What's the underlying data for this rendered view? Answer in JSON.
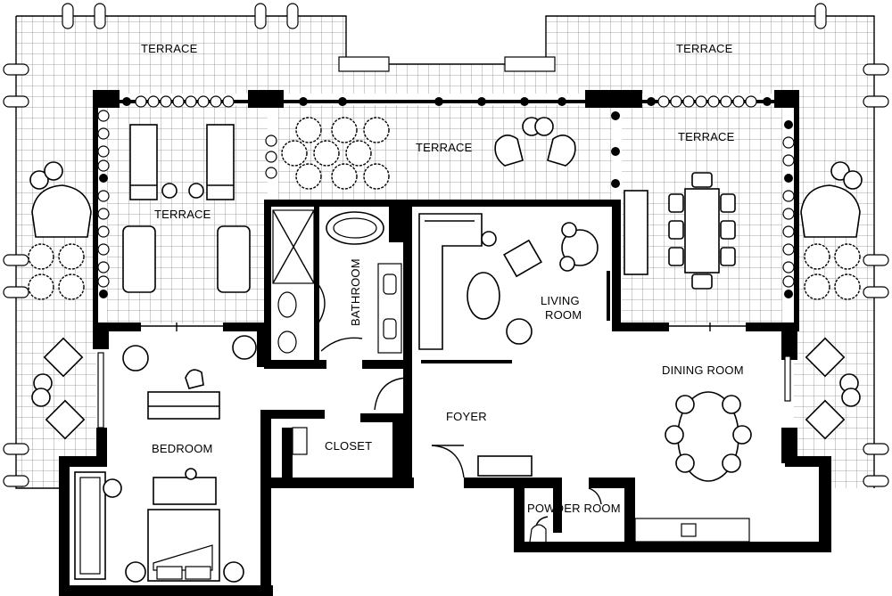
{
  "rooms": {
    "terrace_top_left": "TERRACE",
    "terrace_top_right": "TERRACE",
    "terrace_center": "TERRACE",
    "terrace_right": "TERRACE",
    "terrace_left": "TERRACE",
    "bathroom": "BATHROOM",
    "living_room_line1": "LIVING",
    "living_room_line2": "ROOM",
    "dining_room": "DINING ROOM",
    "foyer": "FOYER",
    "closet": "CLOSET",
    "bedroom": "BEDROOM",
    "powder_room": "POWDER ROOM"
  },
  "colors": {
    "ink": "#000000",
    "paper": "#ffffff",
    "grid": "#8a8a8a"
  }
}
